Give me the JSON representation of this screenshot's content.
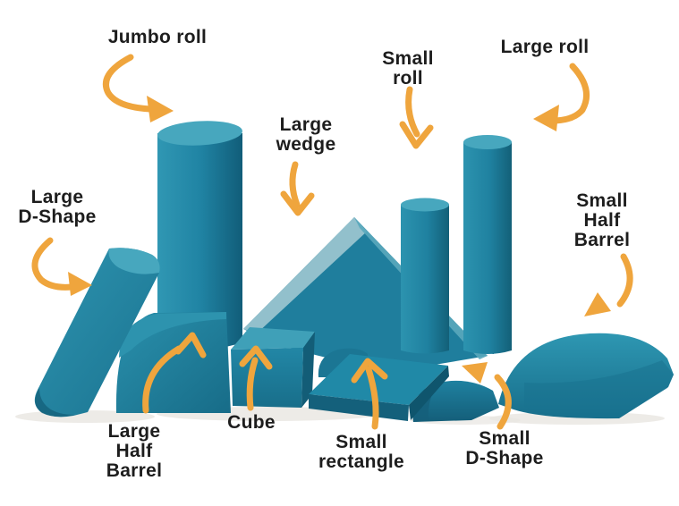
{
  "page": {
    "title": "Foam positioning shapes — labelled diagram"
  },
  "colors": {
    "foam_teal": "#1f85a4",
    "foam_highlight": "#47a7be",
    "foam_pale": "#92c0cc",
    "foam_shadow": "#135d79",
    "arrow_orange": "#efa53d",
    "label_text": "#1d1d1d",
    "background": "#ffffff"
  },
  "labels": {
    "jumbo_roll": {
      "lines": [
        "Jumbo roll"
      ]
    },
    "small_roll": {
      "lines": [
        "Small",
        "roll"
      ]
    },
    "large_roll": {
      "lines": [
        "Large roll"
      ]
    },
    "large_wedge": {
      "lines": [
        "Large",
        "wedge"
      ]
    },
    "large_d_shape": {
      "lines": [
        "Large",
        "D-Shape"
      ]
    },
    "small_half_barrel": {
      "lines": [
        "Small",
        "Half",
        "Barrel"
      ]
    },
    "large_half_barrel": {
      "lines": [
        "Large",
        "Half",
        "Barrel"
      ]
    },
    "cube": {
      "lines": [
        "Cube"
      ]
    },
    "small_rectangle": {
      "lines": [
        "Small",
        "rectangle"
      ]
    },
    "small_d_shape": {
      "lines": [
        "Small",
        "D-Shape"
      ]
    }
  }
}
